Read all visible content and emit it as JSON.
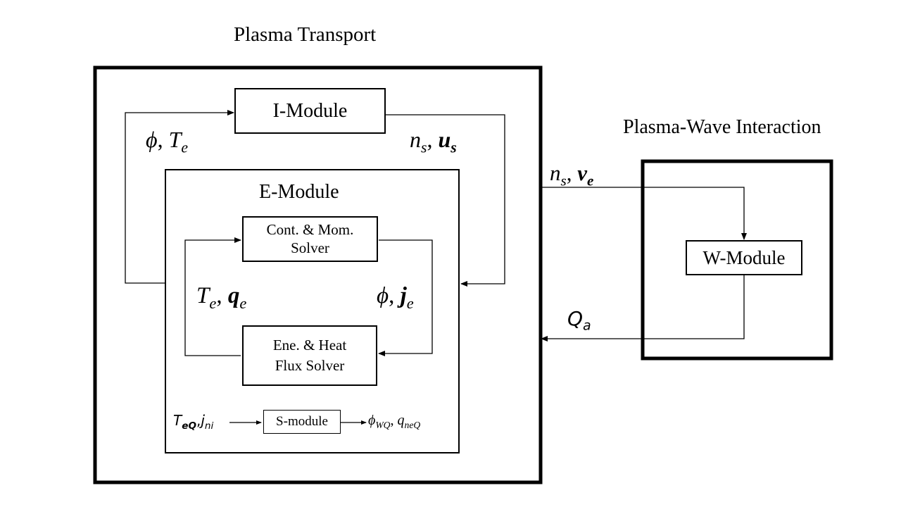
{
  "titles": {
    "plasma_transport": "Plasma Transport",
    "plasma_wave": "Plasma-Wave Interaction"
  },
  "modules": {
    "i_module": "I-Module",
    "e_module": "E-Module",
    "w_module": "W-Module",
    "cont_solver_line1": "Cont. & Mom.",
    "cont_solver_line2": "Solver",
    "ene_solver_line1": "Ene. & Heat",
    "ene_solver_line2": "Flux Solver",
    "s_module": "S-module"
  },
  "labels": {
    "phi": "ϕ",
    "T": "T",
    "e": "e",
    "n": "n",
    "s": "s",
    "u": "u",
    "v": "ν",
    "q": "q",
    "j": "j",
    "Q": "Q",
    "a": "a",
    "eQ": "eQ",
    "ni": "ni",
    "WQ": "WQ",
    "neQ": "neQ",
    "comma": ","
  }
}
